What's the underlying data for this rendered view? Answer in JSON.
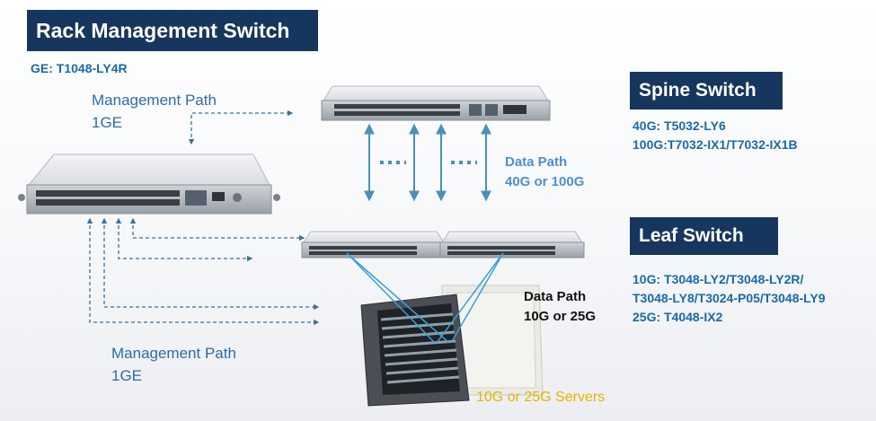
{
  "rack": {
    "title": "Rack Management Switch",
    "model": "GE: T1048-LY4R"
  },
  "spine": {
    "title": "Spine Switch",
    "models": [
      "40G: T5032-LY6",
      "100G:T7032-IX1/T7032-IX1B"
    ]
  },
  "leaf": {
    "title": "Leaf Switch",
    "models": [
      "10G: T3048-LY2/T3048-LY2R/",
      "T3048-LY8/T3024-P05/T3048-LY9",
      "25G: T4048-IX2"
    ]
  },
  "paths": {
    "mgmt_top": [
      "Management Path",
      "1GE"
    ],
    "mgmt_bottom": [
      "Management Path",
      "1GE"
    ],
    "data_spine": [
      "Data Path",
      "40G or 100G"
    ],
    "data_leaf": [
      "Data Path",
      "10G or 25G"
    ]
  },
  "servers": {
    "label": "10G or 25G Servers"
  },
  "colors": {
    "title_bg": "#17365d",
    "model_text": "#1a6aa8",
    "arrow": "#4a90b8",
    "mgmt_dash": "#3f6f9a",
    "servers_text": "#e8b300"
  }
}
